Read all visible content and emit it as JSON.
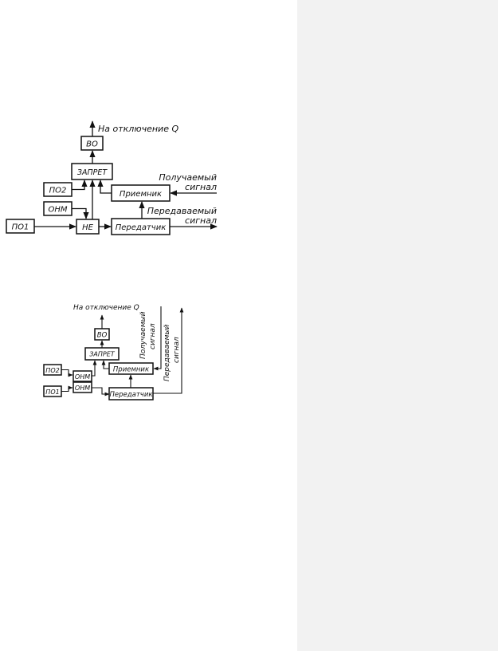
{
  "diagram1": {
    "output_label": "На отключение Q",
    "vo": "ВО",
    "zapret": "ЗАПРЕТ",
    "po2": "ПО2",
    "onm": "ОНМ",
    "po1": "ПО1",
    "ne": "НЕ",
    "receiver": "Приемник",
    "transmitter": "Передатчик",
    "received_signal_l1": "Получаемый",
    "received_signal_l2": "сигнал",
    "transmitted_signal_l1": "Передаваемый",
    "transmitted_signal_l2": "сигнал"
  },
  "diagram2": {
    "output_label": "На отключение Q",
    "vo": "ВО",
    "zapret": "ЗАПРЕТ",
    "po2": "ПО2",
    "onm_top": "ОНМ",
    "onm_bottom": "ОНМ",
    "po1": "ПО1",
    "receiver": "Приемник",
    "transmitter": "Передатчик",
    "received_signal_l1": "Получаемый",
    "received_signal_l2": "сигнал",
    "transmitted_signal_l1": "Передаваемый",
    "transmitted_signal_l2": "сигнал"
  },
  "colors": {
    "page": "#ffffff",
    "side_panel": "#f2f2f2",
    "ink": "#111111"
  }
}
